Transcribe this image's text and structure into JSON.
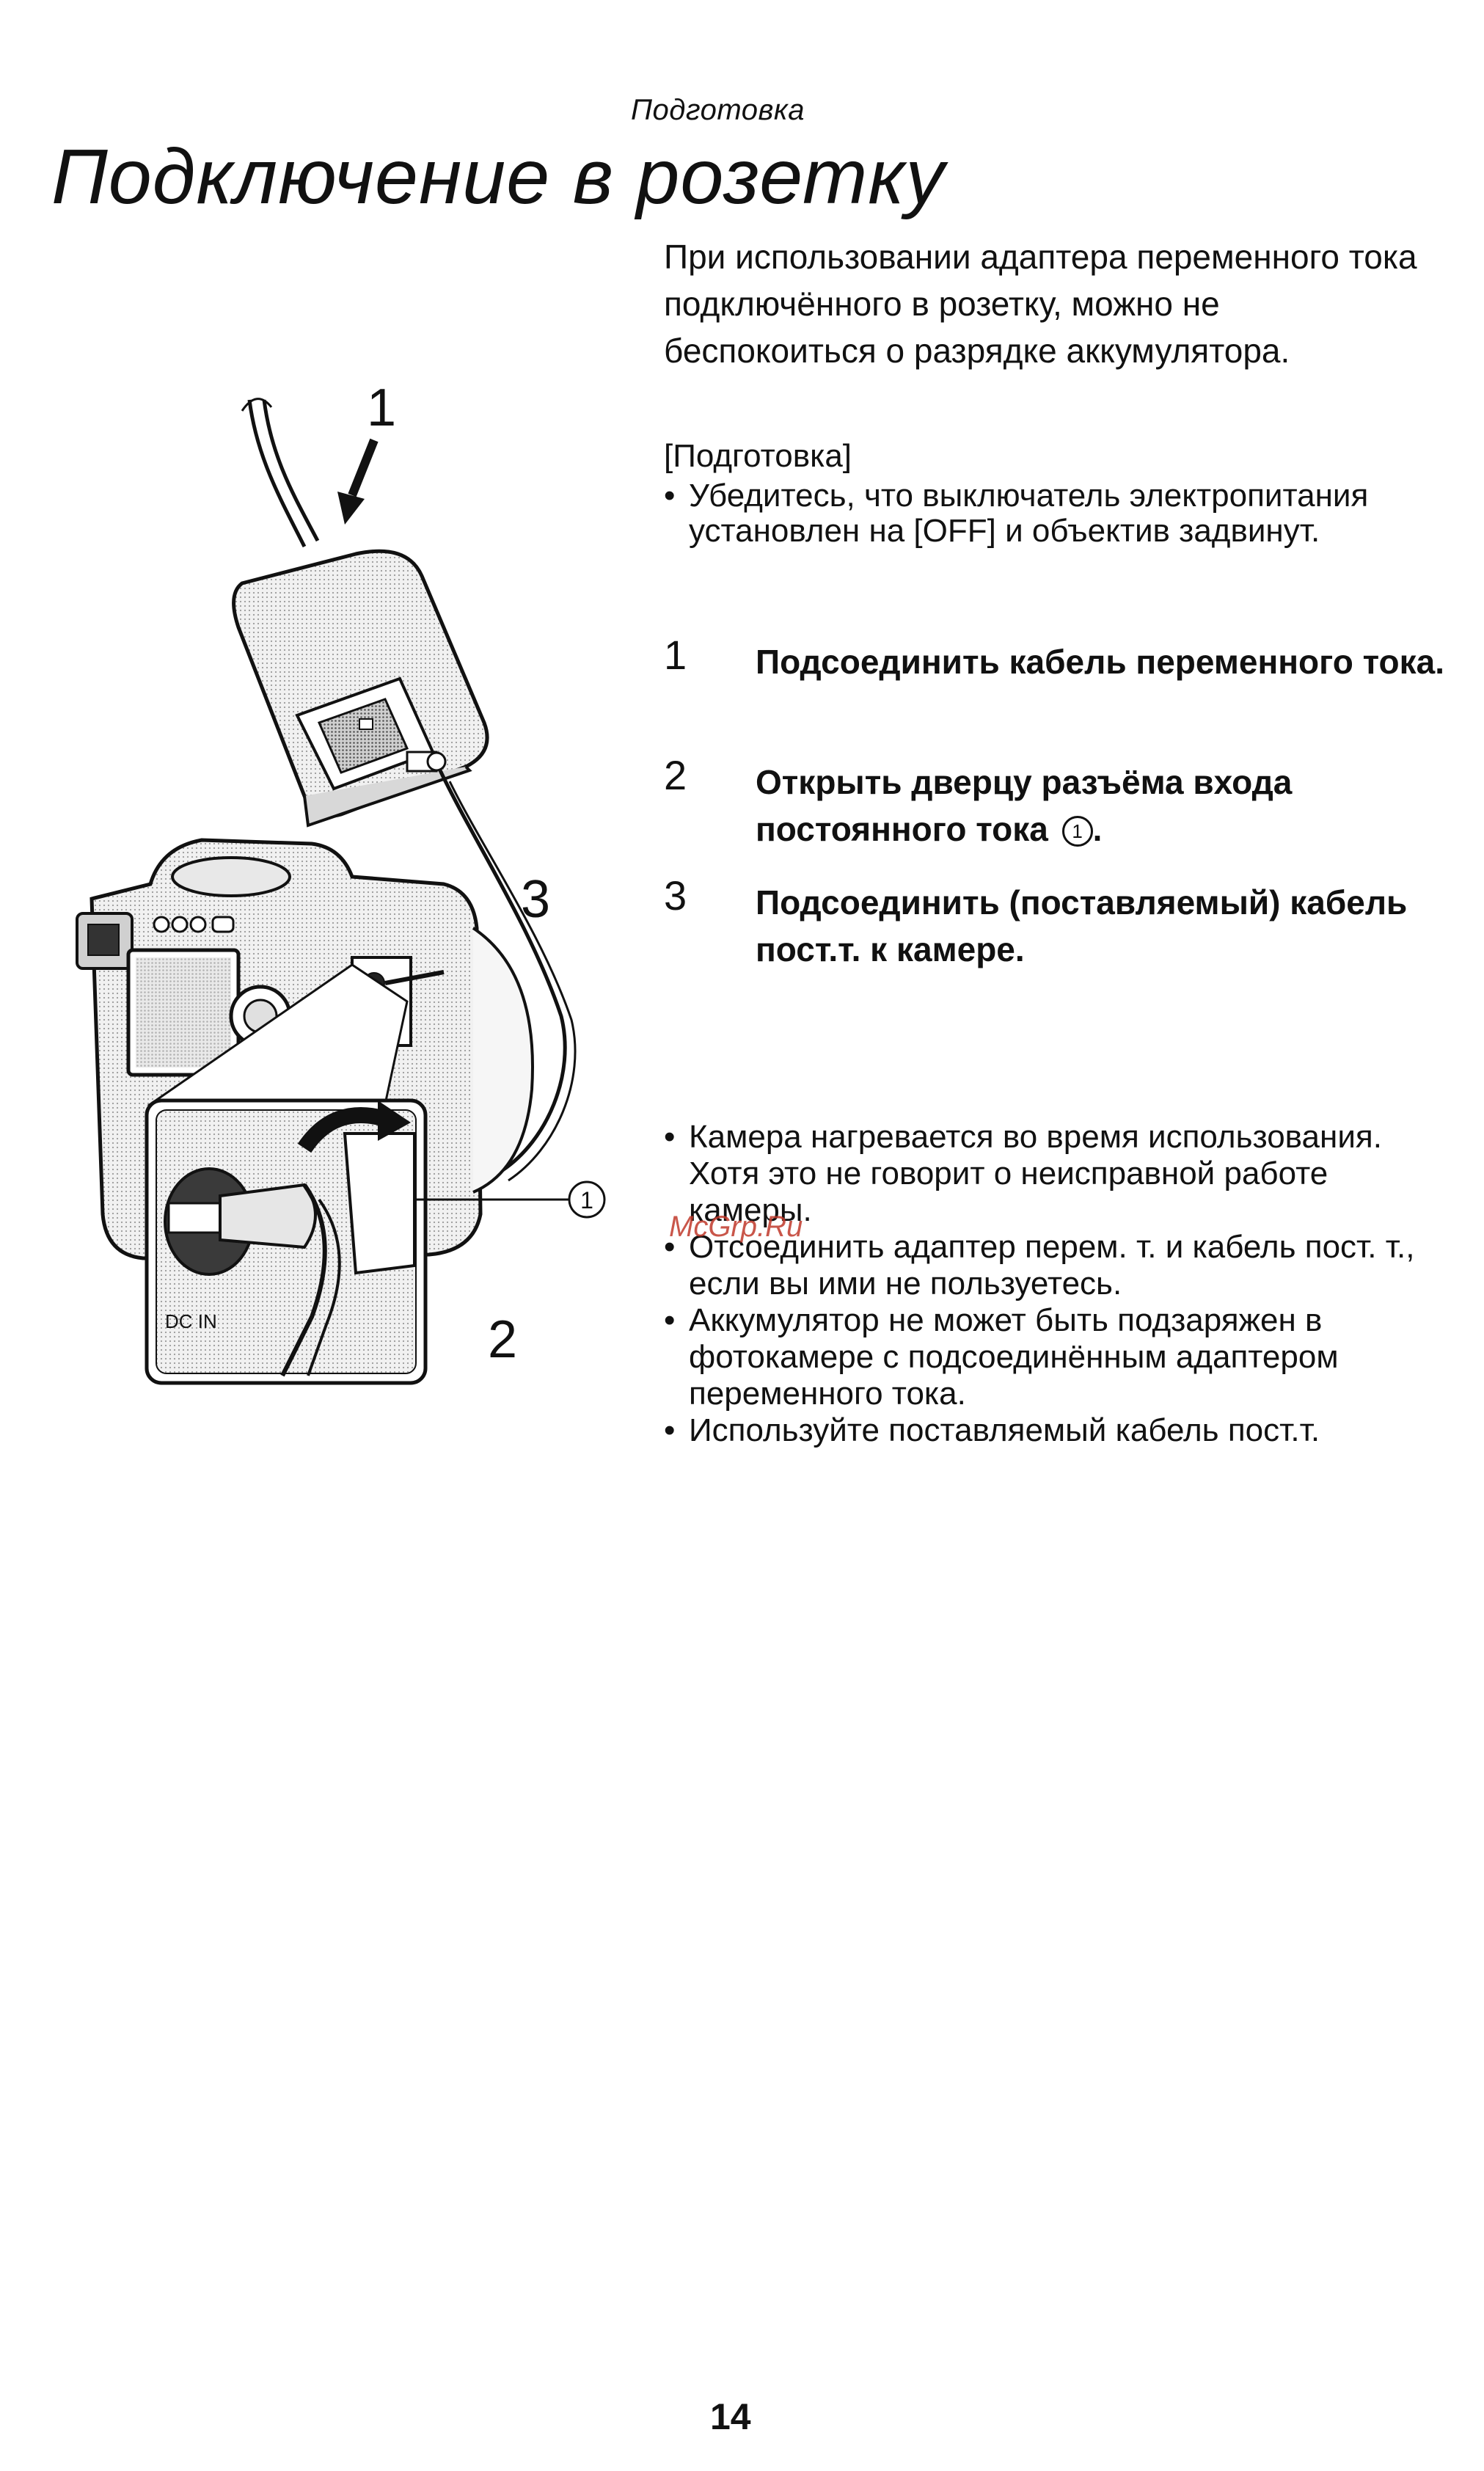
{
  "header": {
    "section": "Подготовка",
    "title": "Подключение в розетку"
  },
  "intro": "При использовании адаптера переменного тока подключённого в розетку, можно не беспокоиться о разрядке аккумулятора.",
  "preparation": {
    "heading": "[Подготовка]",
    "items": [
      "Убедитесь, что выключатель электропитания установлен на [OFF] и объектив задвинут."
    ]
  },
  "steps": [
    {
      "number": "1",
      "text": "Подсоединить кабель переменного тока."
    },
    {
      "number": "2",
      "text": "Открыть дверцу разъёма входа постоянного тока",
      "ref": "1",
      "suffix": "."
    },
    {
      "number": "3",
      "text": "Подсоединить (поставляемый) кабель пост.т. к камере."
    }
  ],
  "notes": [
    "Камера нагревается во время использования. Хотя это не говорит о неисправной работе камеры.",
    "Отсоединить адаптер перем. т. и кабель пост. т., если вы ими не пользуетесь.",
    "Аккумулятор не может быть подзаряжен в фотокамере с подсоединённым адаптером переменного тока.",
    "Используйте поставляемый кабель пост.т."
  ],
  "figure": {
    "callout_1": "1",
    "callout_2": "2",
    "callout_3": "3",
    "ref_label": "1",
    "port_label": "DC IN"
  },
  "watermark": "McGrp.Ru",
  "page_number": "14"
}
